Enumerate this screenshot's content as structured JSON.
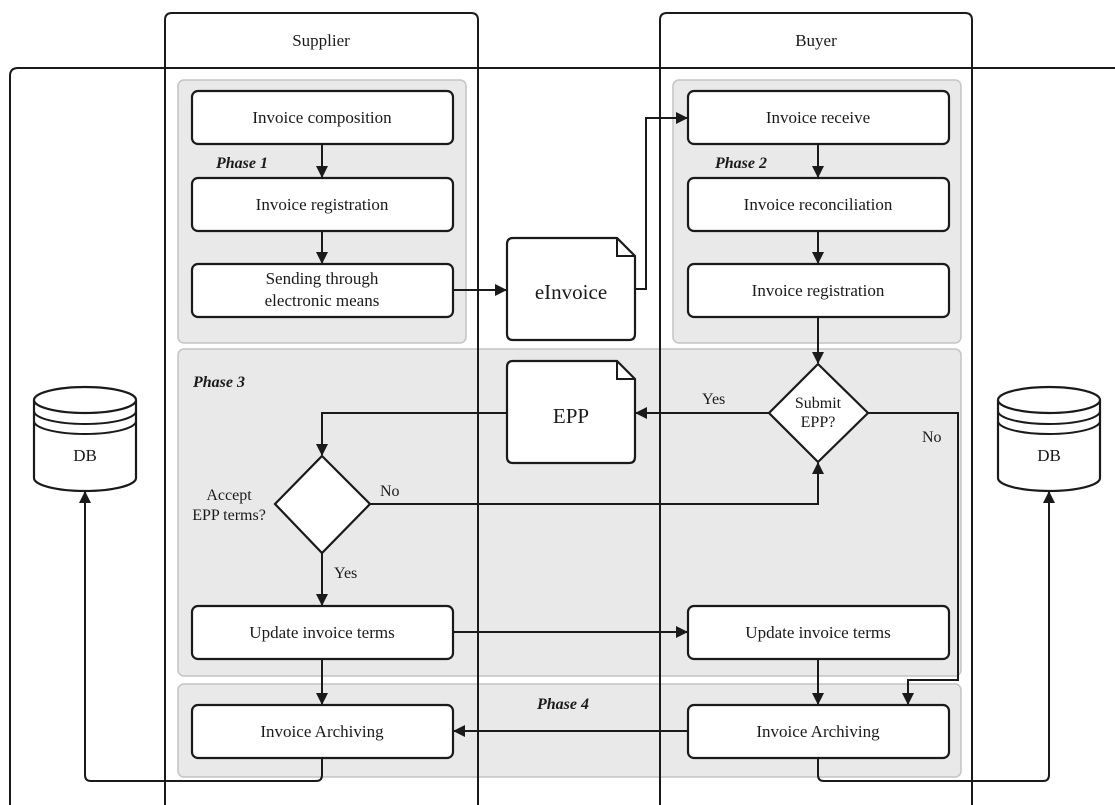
{
  "lanes": {
    "supplier": "Supplier",
    "buyer": "Buyer"
  },
  "phases": {
    "p1": "Phase 1",
    "p2": "Phase 2",
    "p3": "Phase 3",
    "p4": "Phase 4"
  },
  "supplier_steps": {
    "composition": "Invoice composition",
    "registration": "Invoice registration",
    "sending_line1": "Sending through",
    "sending_line2": "electronic means",
    "update_terms": "Update invoice terms",
    "archiving": "Invoice Archiving"
  },
  "buyer_steps": {
    "receive": "Invoice receive",
    "reconciliation": "Invoice reconciliation",
    "registration": "Invoice registration",
    "update_terms": "Update invoice terms",
    "archiving": "Invoice Archiving"
  },
  "documents": {
    "einvoice": "eInvoice",
    "epp": "EPP"
  },
  "decisions": {
    "submit_line1": "Submit",
    "submit_line2": "EPP?",
    "accept_line1": "Accept",
    "accept_line2": "EPP terms?"
  },
  "edge_labels": {
    "submit_yes": "Yes",
    "submit_no": "No",
    "accept_yes": "Yes",
    "accept_no": "No"
  },
  "databases": {
    "left": "DB",
    "right": "DB"
  }
}
